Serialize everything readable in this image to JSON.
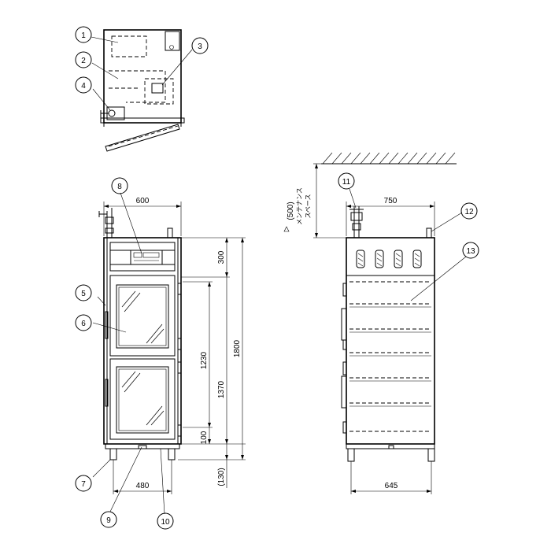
{
  "balloons": [
    {
      "id": "b1",
      "num": "1"
    },
    {
      "id": "b2",
      "num": "2"
    },
    {
      "id": "b3",
      "num": "3"
    },
    {
      "id": "b4",
      "num": "4"
    },
    {
      "id": "b5",
      "num": "5"
    },
    {
      "id": "b6",
      "num": "6"
    },
    {
      "id": "b7",
      "num": "7"
    },
    {
      "id": "b8",
      "num": "8"
    },
    {
      "id": "b9",
      "num": "9"
    },
    {
      "id": "b10",
      "num": "10"
    },
    {
      "id": "b11",
      "num": "11"
    },
    {
      "id": "b12",
      "num": "12"
    },
    {
      "id": "b13",
      "num": "13"
    }
  ],
  "dimensions": {
    "front_width": "600",
    "front_top_panel": "300",
    "front_door_height": "1230",
    "front_inner_height": "1370",
    "front_total_height": "1800",
    "front_bottom_gap": "100",
    "front_leg_height": "(130)",
    "front_bottom_width": "480",
    "side_width": "750",
    "side_bottom_width": "645",
    "maintenance_value": "(500)",
    "maintenance_label_1": "メンテナンス",
    "maintenance_label_2": "スペース"
  }
}
